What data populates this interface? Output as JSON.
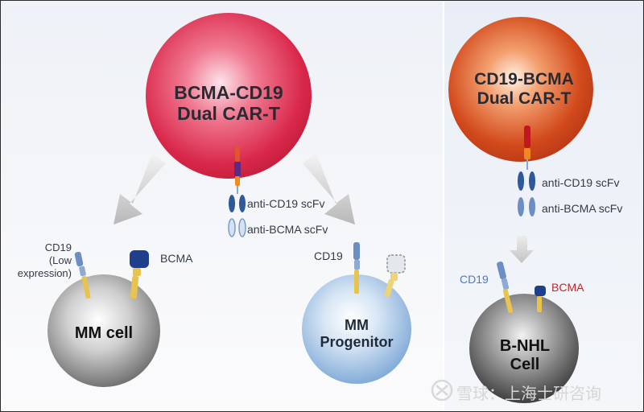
{
  "left": {
    "car_t_title": "BCMA-CD19 Dual CAR-T",
    "car_t_title_line1": "BCMA-CD19",
    "car_t_title_line2": "Dual CAR-T",
    "anti_cd19_label": "anti-CD19 scFv",
    "anti_bcma_label": "anti-BCMA scFv",
    "mm_cell": {
      "title": "MM cell",
      "cd19_label_line1": "CD19",
      "cd19_label_line2": "(Low",
      "cd19_label_line3": "expression)",
      "bcma_label": "BCMA"
    },
    "mm_progenitor": {
      "title_line1": "MM",
      "title_line2": "Progenitor",
      "cd19_label": "CD19"
    }
  },
  "right": {
    "car_t_title_line1": "CD19-BCMA",
    "car_t_title_line2": "Dual CAR-T",
    "anti_cd19_label": "anti-CD19 scFv",
    "anti_bcma_label": "anti-BCMA scFv",
    "target_cell": {
      "title_line1": "B-NHL",
      "title_line2": "Cell",
      "cd19_label": "CD19",
      "bcma_label": "BCMA"
    }
  },
  "watermark": "雪球：上海士研咨询",
  "colors": {
    "car_t_left": "#d9284a",
    "car_t_right": "#d24a1c",
    "mm_cell": "#7d7d7d",
    "progenitor": "#8fb6df",
    "bnhl": "#555555",
    "cd19_receptor": "#6d8ec4",
    "bcma_receptor": "#1e3f8a",
    "stalk": "#e8c34e",
    "cd19_text": "#4f79c1",
    "bcma_text": "#c0262e"
  }
}
